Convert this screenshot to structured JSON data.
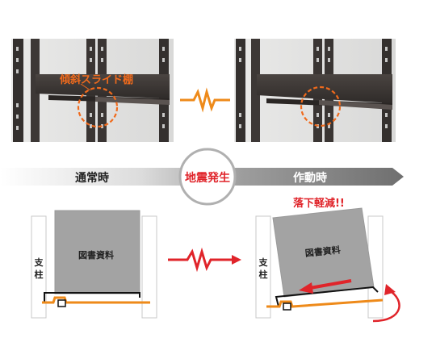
{
  "top": {
    "callout_label": "傾斜スライド棚"
  },
  "band": {
    "left_label": "通常時",
    "right_label": "作動時",
    "center_label": "地震発生"
  },
  "left_diagram": {
    "post_label": "支柱",
    "box_label": "図書資料"
  },
  "right_diagram": {
    "post_label": "支柱",
    "box_label": "図書資料",
    "reduction_label": "落下軽減!!"
  },
  "colors": {
    "accent_orange": "#ee8a1a",
    "alert_red": "#e0242a",
    "dark_shelf": "#3a3533",
    "box_gray": "#a3a3a3",
    "callout_orange": "#f06a1c"
  }
}
